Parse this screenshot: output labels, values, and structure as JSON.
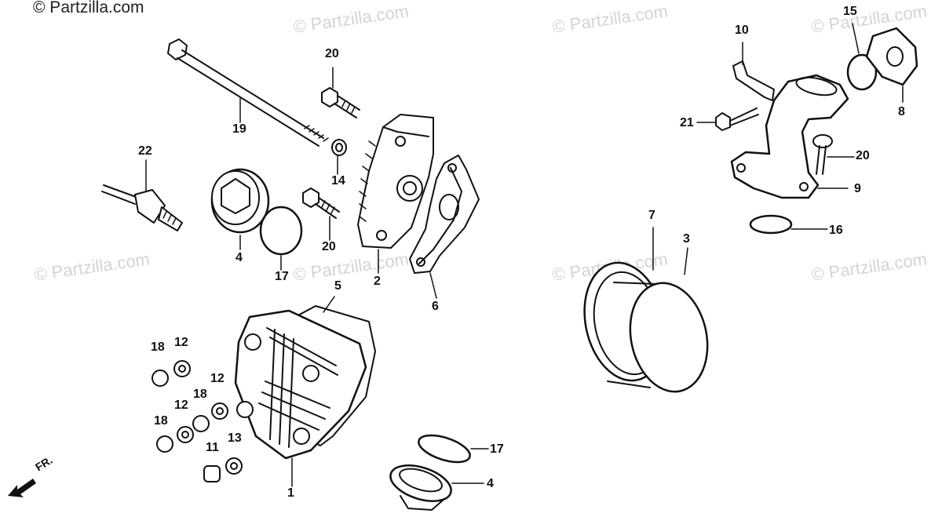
{
  "watermark": {
    "main": "© Partzilla.com",
    "repeat": "© Partzilla.com"
  },
  "direction_label": "FR.",
  "callouts": [
    {
      "id": "c1",
      "label": "1"
    },
    {
      "id": "c2",
      "label": "2"
    },
    {
      "id": "c3",
      "label": "3"
    },
    {
      "id": "c4a",
      "label": "4"
    },
    {
      "id": "c4b",
      "label": "4"
    },
    {
      "id": "c5",
      "label": "5"
    },
    {
      "id": "c6",
      "label": "6"
    },
    {
      "id": "c7",
      "label": "7"
    },
    {
      "id": "c8",
      "label": "8"
    },
    {
      "id": "c9",
      "label": "9"
    },
    {
      "id": "c10",
      "label": "10"
    },
    {
      "id": "c11",
      "label": "11"
    },
    {
      "id": "c12a",
      "label": "12"
    },
    {
      "id": "c12b",
      "label": "12"
    },
    {
      "id": "c12c",
      "label": "12"
    },
    {
      "id": "c13",
      "label": "13"
    },
    {
      "id": "c14",
      "label": "14"
    },
    {
      "id": "c15",
      "label": "15"
    },
    {
      "id": "c16",
      "label": "16"
    },
    {
      "id": "c17a",
      "label": "17"
    },
    {
      "id": "c17b",
      "label": "17"
    },
    {
      "id": "c18a",
      "label": "18"
    },
    {
      "id": "c18b",
      "label": "18"
    },
    {
      "id": "c18c",
      "label": "18"
    },
    {
      "id": "c19",
      "label": "19"
    },
    {
      "id": "c20a",
      "label": "20"
    },
    {
      "id": "c20b",
      "label": "20"
    },
    {
      "id": "c20c",
      "label": "20"
    },
    {
      "id": "c21",
      "label": "21"
    },
    {
      "id": "c22",
      "label": "22"
    }
  ],
  "colors": {
    "ink": "#111111",
    "watermark": "#d4d4d4",
    "background": "#ffffff"
  }
}
